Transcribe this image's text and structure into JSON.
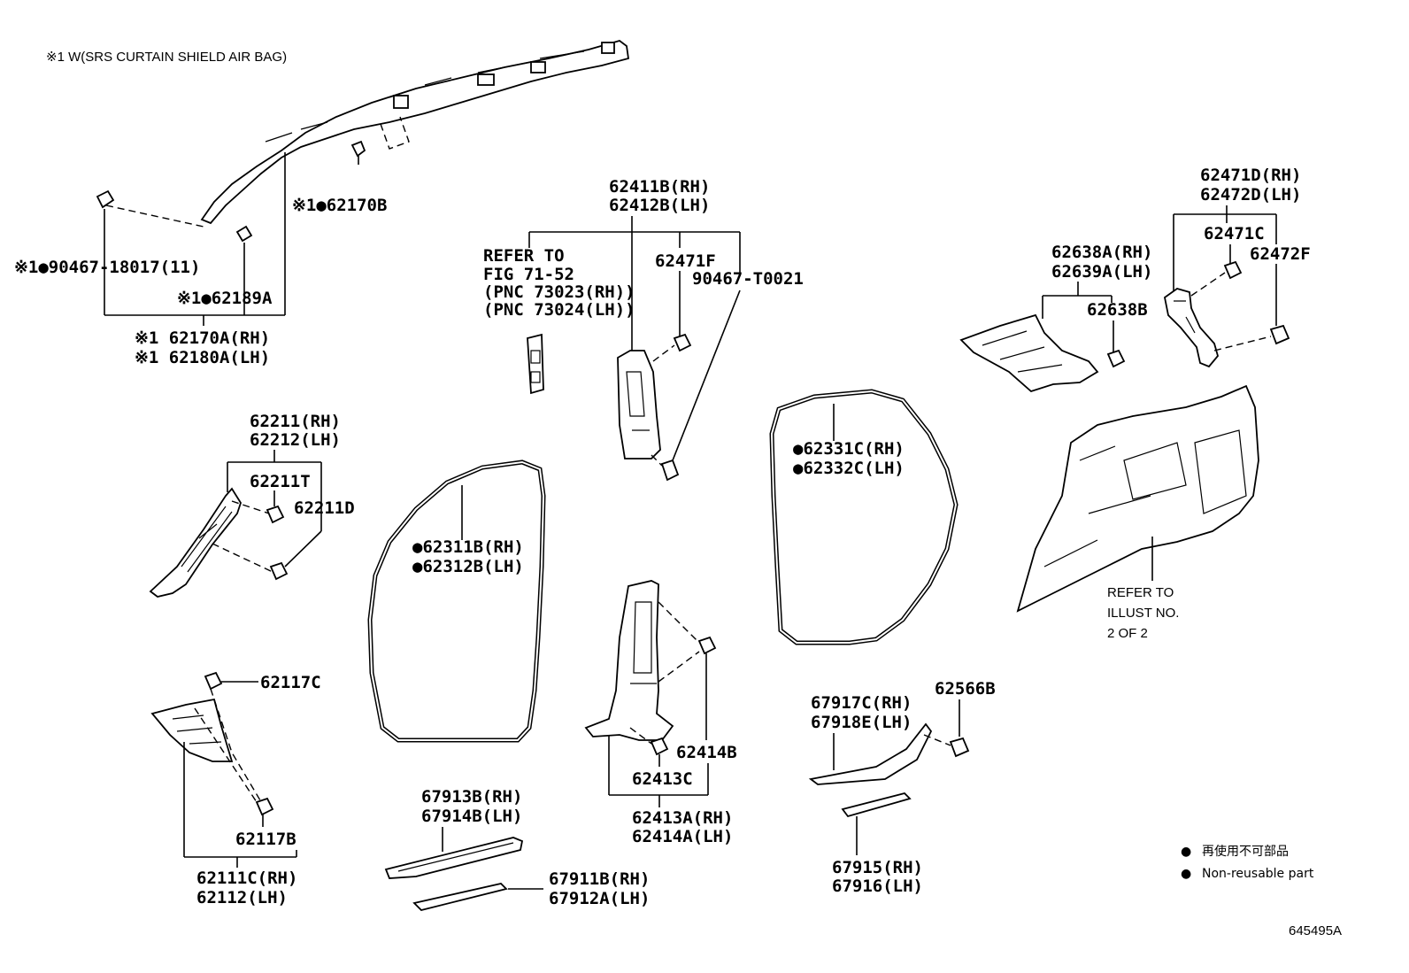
{
  "header": {
    "note": "※1 W(SRS CURTAIN SHIELD AIR BAG)"
  },
  "footer": {
    "code": "645495A"
  },
  "legend": {
    "mark": "●",
    "japanese": "再使用不可部品",
    "english": "Non-reusable part"
  },
  "labels": {
    "l62170b": "※1●62170B",
    "l9046718017": "※1●90467-18017(11)",
    "l62189a": "※1●62189A",
    "l62170a": "※1 62170A(RH)",
    "l62180a": "※1 62180A(LH)",
    "l62211": "62211(RH)",
    "l62212": "62212(LH)",
    "l62211t": "62211T",
    "l62211d": "62211D",
    "l62117c": "62117C",
    "l62117b": "62117B",
    "l62111c": "62111C(RH)",
    "l62112": "62112(LH)",
    "l62411b": "62411B(RH)",
    "l62412b": "62412B(LH)",
    "refer1": "REFER TO",
    "refer2": "FIG 71-52",
    "refer3": "(PNC 73023(RH))",
    "refer4": "(PNC 73024(LH))",
    "l62471f": "62471F",
    "l90467t0021": "90467-T0021",
    "l62311b": "●62311B(RH)",
    "l62312b": "●62312B(LH)",
    "l62331c": "●62331C(RH)",
    "l62332c": "●62332C(LH)",
    "l62414b": "62414B",
    "l62413c": "62413C",
    "l62413a": "62413A(RH)",
    "l62414a": "62414A(LH)",
    "l67913b": "67913B(RH)",
    "l67914b": "67914B(LH)",
    "l67911b": "67911B(RH)",
    "l67912a": "67912A(LH)",
    "l67917c": "67917C(RH)",
    "l67918e": "67918E(LH)",
    "l62566b": "62566B",
    "l67915": "67915(RH)",
    "l67916": "67916(LH)",
    "l62638a": "62638A(RH)",
    "l62639a": "62639A(LH)",
    "l62638b": "62638B",
    "l62471d": "62471D(RH)",
    "l62472d": "62472D(LH)",
    "l62471c": "62471C",
    "l62472f": "62472F",
    "illust1": "REFER TO",
    "illust2": "ILLUST NO.",
    "illust3": "2 OF 2"
  }
}
